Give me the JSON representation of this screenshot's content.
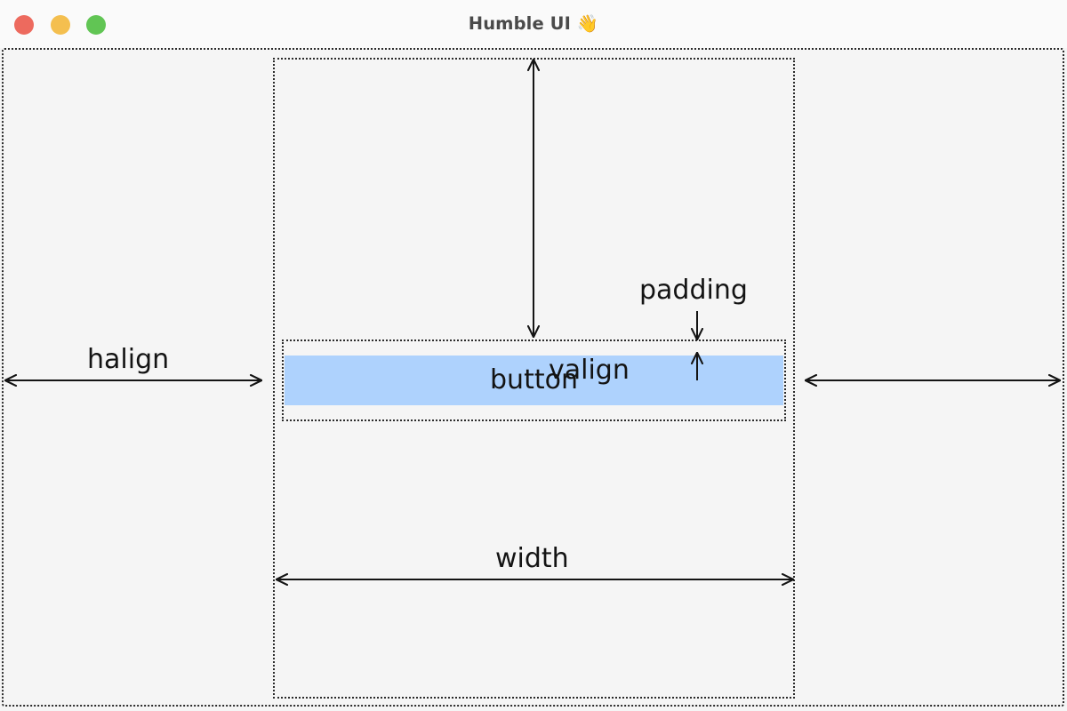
{
  "window": {
    "title": "Humble UI 👋",
    "controls": [
      {
        "name": "close",
        "color": "#ed6a5e"
      },
      {
        "name": "minimize",
        "color": "#f4bf4f"
      },
      {
        "name": "zoom",
        "color": "#61c554"
      }
    ],
    "titlebar_bg": "#fafafa",
    "canvas_bg": "#f5f5f5"
  },
  "diagram": {
    "description": "Layout box-model diagram showing halign, valign, padding and width of a button",
    "button": {
      "label": "button",
      "fill": "#aed2fd",
      "text_color": "#141414"
    },
    "boxes": [
      {
        "name": "outer-frame",
        "style": "dotted"
      },
      {
        "name": "column-box",
        "style": "dotted"
      },
      {
        "name": "padding-box",
        "style": "dotted"
      }
    ],
    "labels": {
      "valign": "valign",
      "padding": "padding",
      "halign": "halign",
      "width": "width"
    },
    "arrows": [
      {
        "name": "valign-arrow",
        "orientation": "vertical",
        "heads": "both"
      },
      {
        "name": "padding-top-arrow",
        "orientation": "vertical",
        "heads": "down"
      },
      {
        "name": "padding-bottom-arrow",
        "orientation": "vertical",
        "heads": "up"
      },
      {
        "name": "halign-left-arrow",
        "orientation": "horizontal",
        "heads": "both"
      },
      {
        "name": "halign-right-arrow",
        "orientation": "horizontal",
        "heads": "both"
      },
      {
        "name": "width-arrow",
        "orientation": "horizontal",
        "heads": "both"
      }
    ],
    "stroke_color": "#141414",
    "dotted_color": "#2b2b2b"
  }
}
